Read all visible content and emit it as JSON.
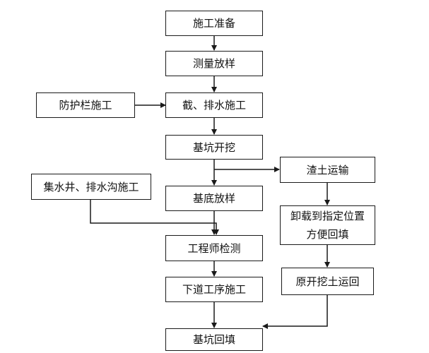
{
  "nodes": {
    "prep": "施工准备",
    "survey": "测量放样",
    "guardrail": "防护栏施工",
    "drainage": "截、排水施工",
    "excavate": "基坑开挖",
    "sump": "集水井、排水沟施工",
    "bottom_layout": "基底放样",
    "muck_transport": "渣土运输",
    "unload_line1": "卸载到指定位置",
    "unload_line2": "方便回填",
    "inspection": "工程师检测",
    "return_soil": "原开挖土运回",
    "next_process": "下道工序施工",
    "backfill": "基坑回填"
  },
  "colors": {
    "line": "#1a1a1a",
    "box_border": "#1a1a1a",
    "text": "#111111",
    "background": "#ffffff"
  }
}
